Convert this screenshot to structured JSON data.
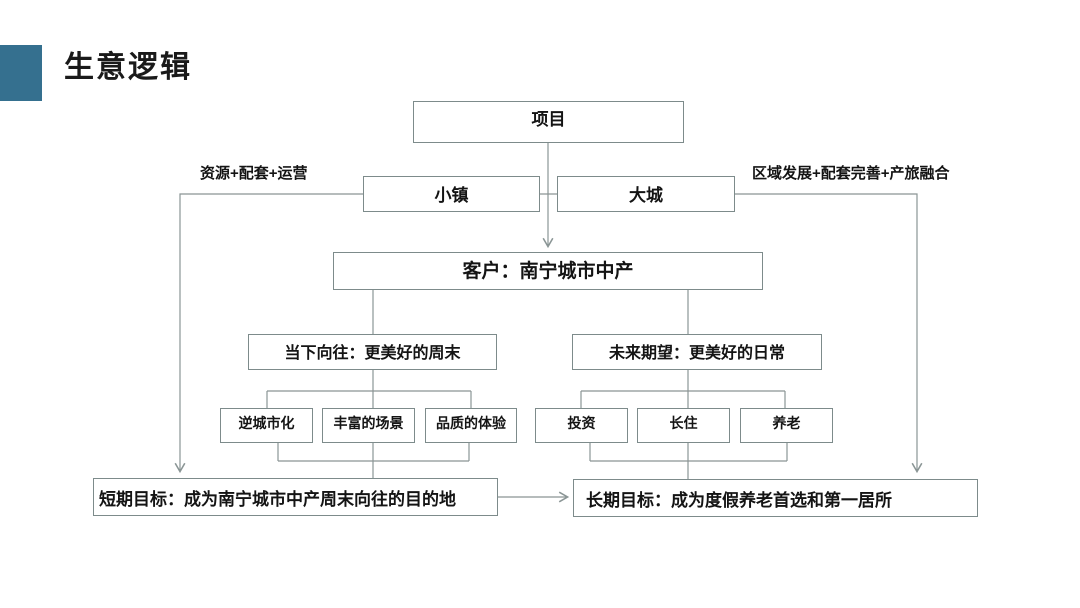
{
  "slide": {
    "title": "生意逻辑",
    "accent_color": "#35708F",
    "line_color": "#8a9595",
    "border_color": "#7d8b8b"
  },
  "diagram": {
    "project": "项目",
    "town": "小镇",
    "city": "大城",
    "left_path_label": "资源+配套+运营",
    "right_path_label": "区域发展+配套完善+产旅融合",
    "customer": "客户：南宁城市中产",
    "current_desire": "当下向往：更美好的周末",
    "future_hope": "未来期望：更美好的日常",
    "current_factors": [
      "逆城市化",
      "丰富的场景",
      "品质的体验"
    ],
    "future_factors": [
      "投资",
      "长住",
      "养老"
    ],
    "short_goal": "短期目标：成为南宁城市中产周末向往的目的地",
    "long_goal": "长期目标：成为度假养老首选和第一居所"
  }
}
